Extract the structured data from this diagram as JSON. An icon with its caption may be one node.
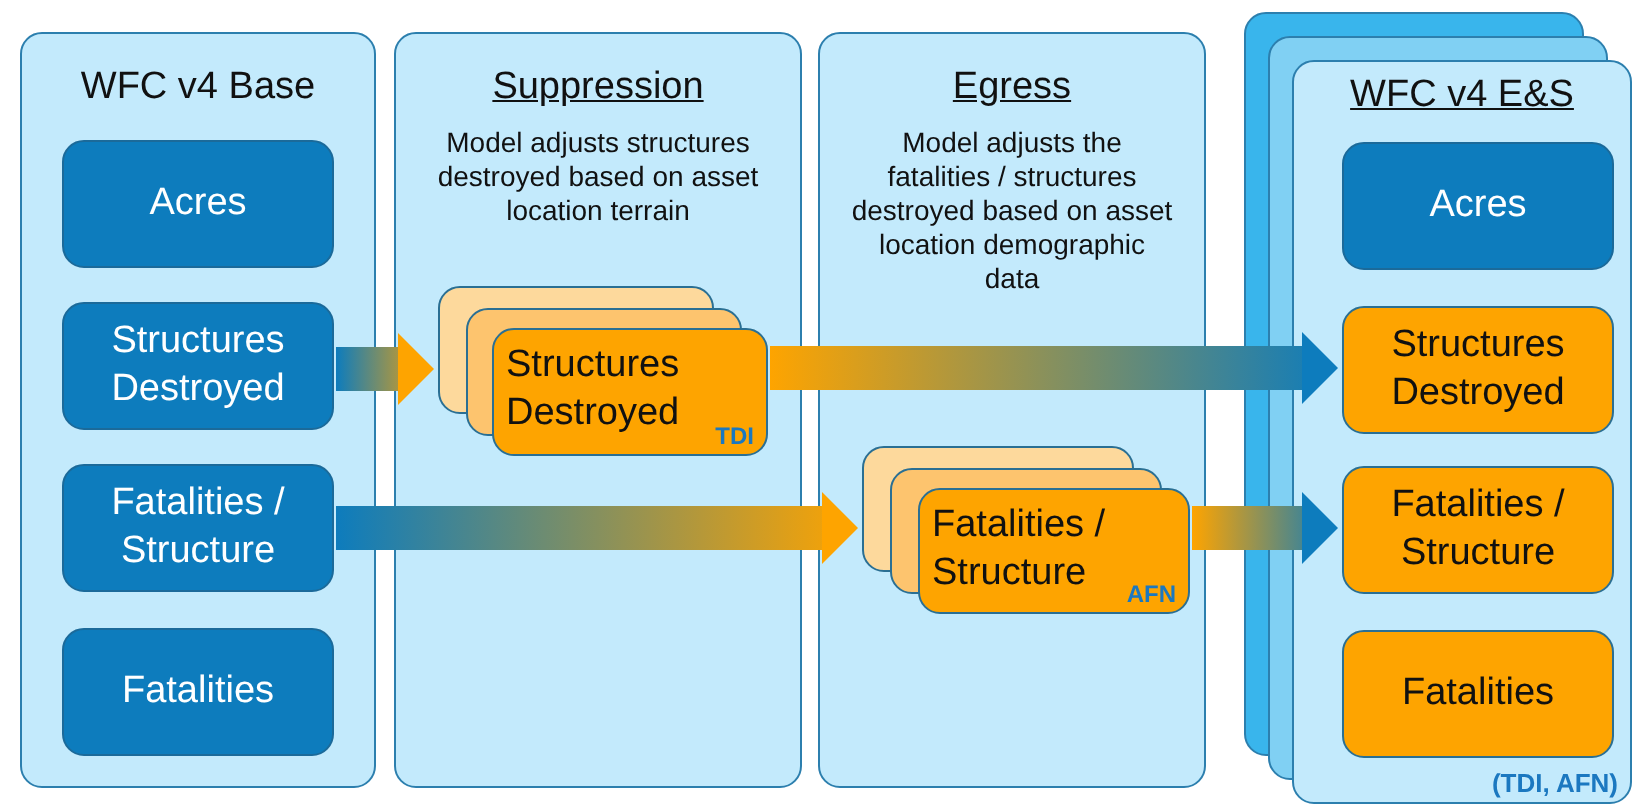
{
  "diagram": {
    "nodes": [
      {
        "text": [
          "WFC v4 Base"
        ]
      },
      {
        "text": [
          "Acres"
        ],
        "in": 0
      },
      {
        "text": [
          "Structures Destroyed"
        ],
        "in": 0
      },
      {
        "text": [
          "Fatalities / Structure"
        ],
        "in": 0
      },
      {
        "text": [
          "Fatalities"
        ],
        "in": 0
      },
      {
        "text": [
          "Suppression",
          "Model adjusts structures destroyed based on asset location terrain"
        ]
      },
      {
        "text": [
          "Structures Destroyed",
          "TDI"
        ],
        "in": 5
      },
      {
        "text": [
          "Egress",
          "Model adjusts the fatalities / structures destroyed based on asset location demographic data"
        ]
      },
      {
        "text": [
          "Fatalities / Structure",
          "AFN"
        ],
        "in": 7
      },
      {
        "text": [
          "WFC v4 E&S",
          "(TDI, AFN)"
        ]
      },
      {
        "text": [
          "Acres"
        ],
        "in": 9
      },
      {
        "text": [
          "Structures Destroyed"
        ],
        "in": 9
      },
      {
        "text": [
          "Fatalities / Structure"
        ],
        "in": 9
      },
      {
        "text": [
          "Fatalities"
        ],
        "in": 9
      }
    ],
    "edges": [
      {
        "from": 2,
        "to": 6,
        "arrow": "to"
      },
      {
        "from": 6,
        "to": 11,
        "arrow": "to"
      },
      {
        "from": 3,
        "to": 8,
        "arrow": "to"
      },
      {
        "from": 8,
        "to": 12,
        "arrow": "to"
      }
    ]
  }
}
